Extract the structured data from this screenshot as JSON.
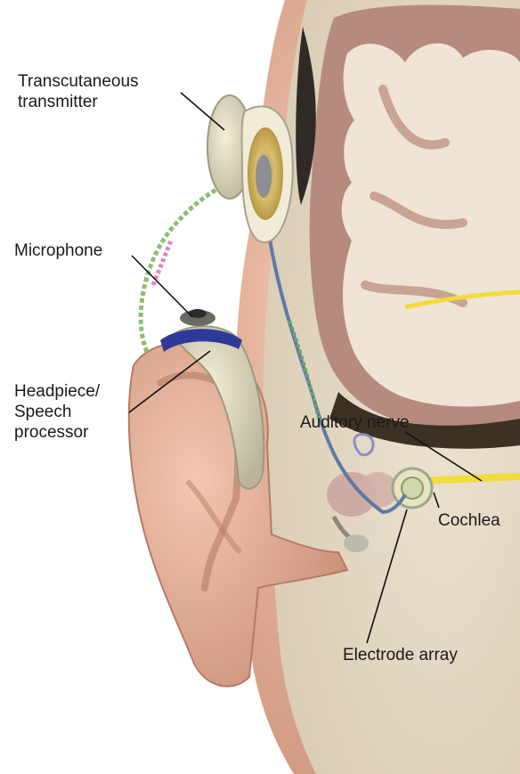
{
  "labels": {
    "transmitter": "Transcutaneous\ntransmitter",
    "microphone": "Microphone",
    "headpiece": "Headpiece/\nSpeech\nprocessor",
    "auditory_nerve": "Auditory nerve",
    "cochlea": "Cochlea",
    "electrode_array": "Electrode array"
  },
  "colors": {
    "skin": "#e8b39a",
    "skin_shadow": "#c98d74",
    "bone": "#e7dcc6",
    "brain_outer": "#b78a7e",
    "brain_inner": "#efe4d6",
    "nerve": "#f0dc3a",
    "device": "#d9d6bf",
    "coil": "#2e3a9a",
    "leader": "#111111"
  }
}
